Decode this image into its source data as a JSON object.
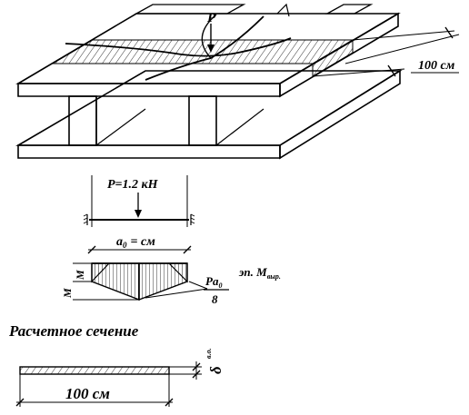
{
  "top": {
    "force_label": "P",
    "width_label": "100 см"
  },
  "beam": {
    "load_label": "P=1.2 кН",
    "span_label": "a",
    "span_subscript": "0",
    "span_value": "= см"
  },
  "moment": {
    "left_label_1": "M",
    "left_label_2": "M",
    "fraction_numerator": "Pa",
    "fraction_numerator_sub": "0",
    "fraction_denominator": "8",
    "epure_label": "эп. M",
    "epure_label_sub": "выр."
  },
  "section": {
    "title": "Расчетное сечение",
    "thickness_label": "δ",
    "thickness_sup": "в.о.",
    "width_label": "100 см"
  }
}
